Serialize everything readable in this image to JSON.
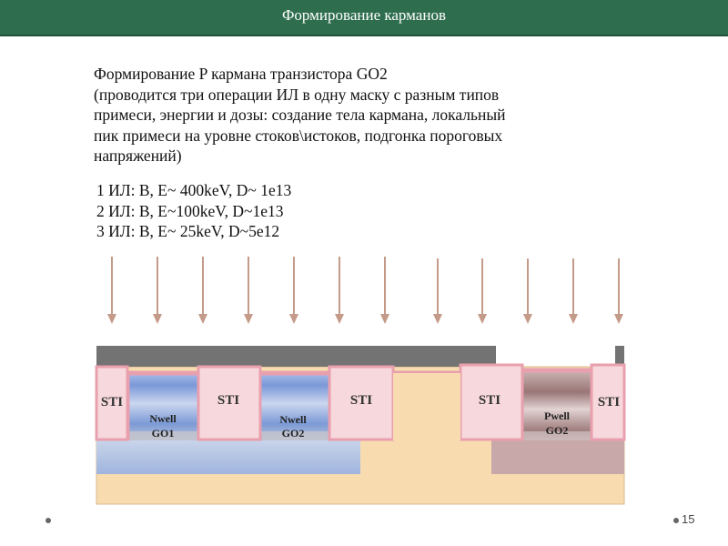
{
  "header": {
    "title": "Формирование карманов"
  },
  "description": {
    "lines": [
      "Формирование P кармана транзистора GO2",
      "(проводится три операции ИЛ в одну маску с разным типов",
      "примеси, энергии и дозы: создание тела кармана, локальный",
      "пик примеси на уровне стоков\\истоков, подгонка пороговых",
      "напряжений)"
    ]
  },
  "operations": [
    "1 ИЛ: B, E~ 400keV, D~ 1e13",
    "2 ИЛ: B, E~100keV, D~1e13",
    "3 ИЛ: B, E~ 25keV, D~5e12"
  ],
  "diagram": {
    "sti_label": "STI",
    "wells": [
      {
        "line1": "Nwell",
        "line2": "GO1",
        "type": "n"
      },
      {
        "line1": "Nwell",
        "line2": "GO2",
        "type": "n"
      },
      {
        "line1": "Pwell",
        "line2": "GO2",
        "type": "p"
      }
    ],
    "arrow_count": 12,
    "colors": {
      "arrow": "#c49a88",
      "mask": "#737373",
      "substrate": "#f8dcb0",
      "sti_fill": "#f7d8dc",
      "liner": "#e8a0ae",
      "nwell": "#7c9ad6",
      "pwell": "#a07f7f"
    }
  },
  "page_number": "15"
}
